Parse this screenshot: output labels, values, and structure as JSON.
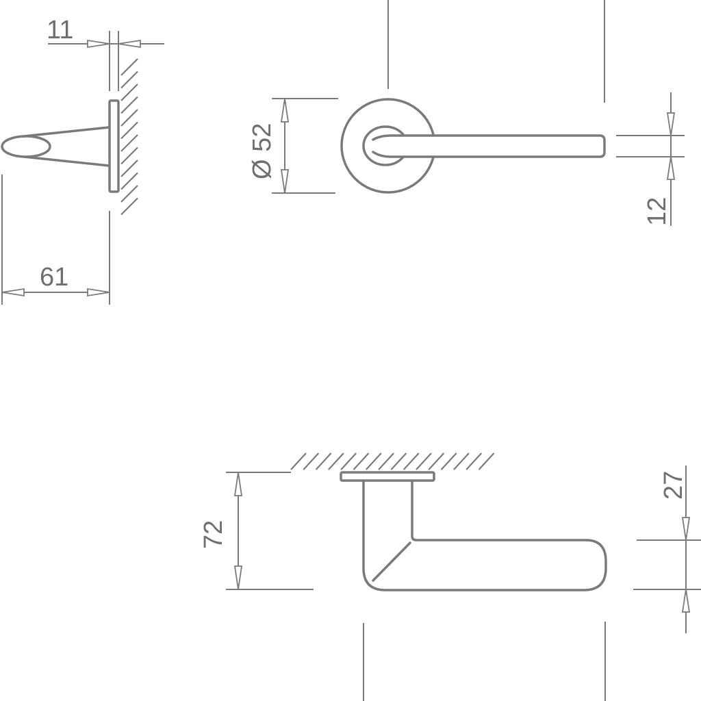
{
  "title": "Door lever handle dimension drawing",
  "dimensions": {
    "rose_thickness": "11",
    "projection": "61",
    "rose_diameter": "Ø 52",
    "lever_thickness": "12",
    "lever_height": "72",
    "lever_grip_height": "27"
  },
  "colors": {
    "line": "#7a7a7a",
    "text": "#6f6f6f"
  }
}
